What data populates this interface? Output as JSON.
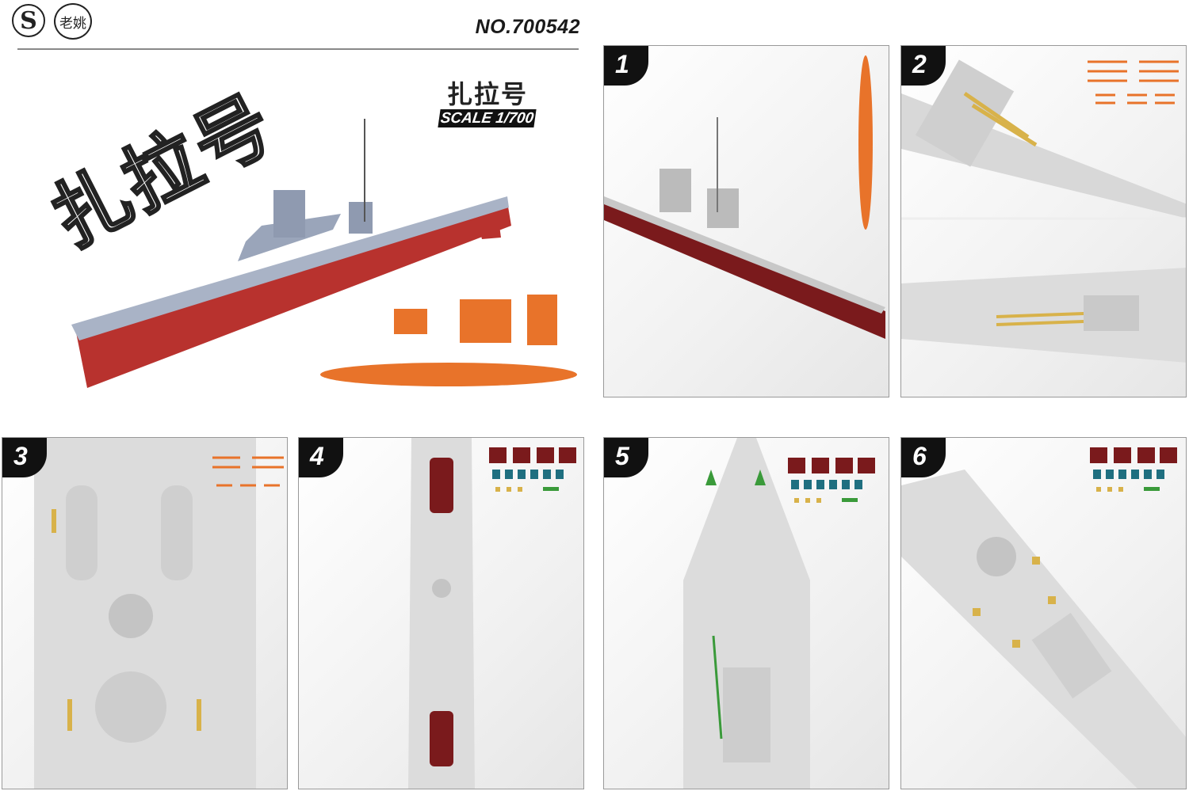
{
  "header": {
    "logo_s": "S",
    "logo_brand": "老姚",
    "product_number": "NO.700542"
  },
  "hero": {
    "watermark_title": "扎拉号",
    "title": "扎拉号",
    "scale": "SCALE 1/700"
  },
  "steps": [
    {
      "number": "1"
    },
    {
      "number": "2"
    },
    {
      "number": "3"
    },
    {
      "number": "4"
    },
    {
      "number": "5"
    },
    {
      "number": "6"
    }
  ],
  "colors": {
    "hull_red": "#b8322e",
    "hull_dark_red": "#7a1a1c",
    "ship_grey": "#a9b3c6",
    "resin_orange": "#e8732a",
    "brass": "#d8b24a",
    "teal_parts": "#1f6f80",
    "green_parts": "#3a9a3a"
  }
}
